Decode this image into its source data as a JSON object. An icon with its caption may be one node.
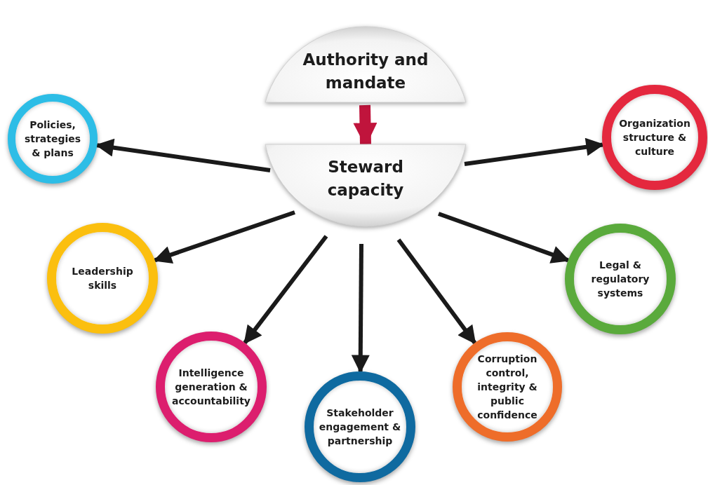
{
  "diagram": {
    "nodes": [
      {
        "text": [
          "Authority and mandate"
        ]
      },
      {
        "text": [
          "Steward capacity"
        ]
      },
      {
        "text": [
          "Policies, strategies & plans"
        ]
      },
      {
        "text": [
          "Organization structure & culture"
        ]
      },
      {
        "text": [
          "Leadership skills"
        ]
      },
      {
        "text": [
          "Legal & regulatory systems"
        ]
      },
      {
        "text": [
          "Intelligence generation & accountability"
        ]
      },
      {
        "text": [
          "Stakeholder engagement & partnership"
        ]
      },
      {
        "text": [
          "Corruption control, integrity & public confidence"
        ]
      }
    ],
    "edges": [
      {
        "from": 0,
        "to": 1,
        "arrow": "to",
        "style": "thick",
        "color": "#c0143c"
      },
      {
        "from": 1,
        "to": 2,
        "arrow": "to"
      },
      {
        "from": 1,
        "to": 3,
        "arrow": "to"
      },
      {
        "from": 1,
        "to": 4,
        "arrow": "to"
      },
      {
        "from": 1,
        "to": 5,
        "arrow": "to"
      },
      {
        "from": 1,
        "to": 6,
        "arrow": "to"
      },
      {
        "from": 1,
        "to": 7,
        "arrow": "to"
      },
      {
        "from": 1,
        "to": 8,
        "arrow": "to"
      }
    ]
  }
}
